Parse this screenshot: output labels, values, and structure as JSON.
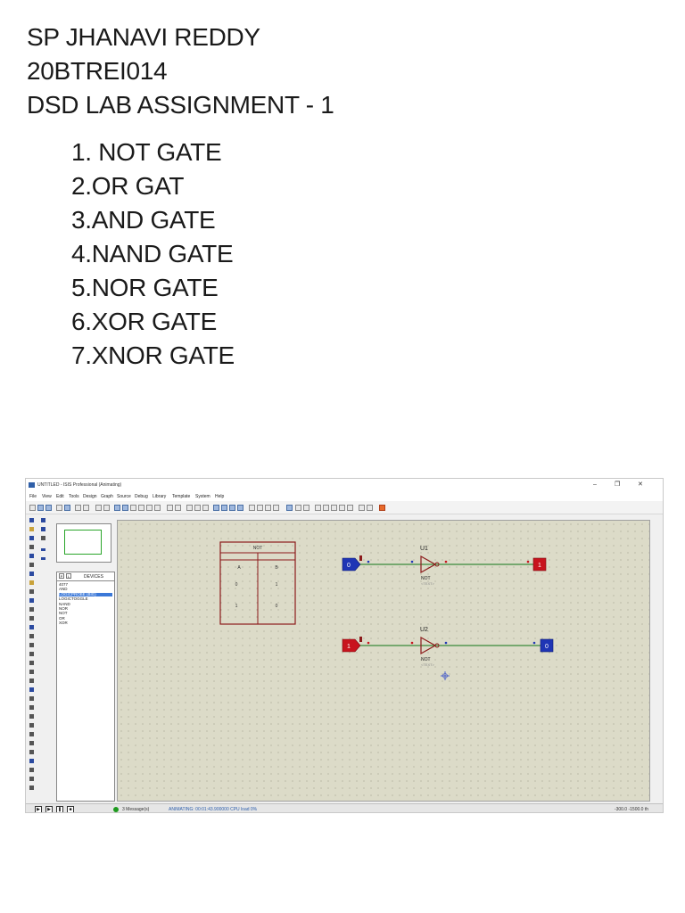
{
  "header": {
    "name": "SP JHANAVI REDDY",
    "roll": "20BTREI014",
    "assignment": "DSD LAB ASSIGNMENT - 1"
  },
  "gates": [
    "1. NOT GATE",
    "2.OR GAT",
    "3.AND GATE",
    "4.NAND GATE",
    "5.NOR GATE",
    "6.XOR GATE",
    "7.XNOR GATE"
  ],
  "window": {
    "title": "UNTITLED - ISIS Professional (Animating)",
    "controls": [
      "–",
      "❐",
      "✕"
    ],
    "menus": [
      "File",
      "View",
      "Edit",
      "Tools",
      "Design",
      "Graph",
      "Source",
      "Debug",
      "Library",
      "Template",
      "System",
      "Help"
    ]
  },
  "devices": {
    "tab_p": "P",
    "tab_l": "L",
    "heading": "DEVICES",
    "items": [
      "4077",
      "AND",
      "LOGICPROBE (BIG)",
      "LOGICTOGGLE",
      "NAND",
      "NOR",
      "NOT",
      "OR",
      "XOR"
    ],
    "selected_index": 2
  },
  "schematic": {
    "truth_table": {
      "title": "NOT",
      "headers": [
        "A",
        "B"
      ],
      "rows": [
        [
          "0",
          "1"
        ],
        [
          "1",
          "0"
        ]
      ]
    },
    "gates": [
      {
        "ref": "U1",
        "type": "NOT",
        "text": "<TEXT>",
        "input": "0",
        "output": "1"
      },
      {
        "ref": "U2",
        "type": "NOT",
        "text": "<TEXT>",
        "input": "1",
        "output": "0"
      }
    ]
  },
  "status": {
    "message": "3 Message(s)",
    "animating": "ANIMATING: 00:01:43.900000 CPU load 0%",
    "coords": "-300.0   -1500.0   th"
  },
  "colors": {
    "logic_low": "#1f35b5",
    "logic_high": "#c8141e",
    "wire": "#3a8a3a",
    "component": "#8b1a1a",
    "canvas": "#dcdbc8"
  }
}
